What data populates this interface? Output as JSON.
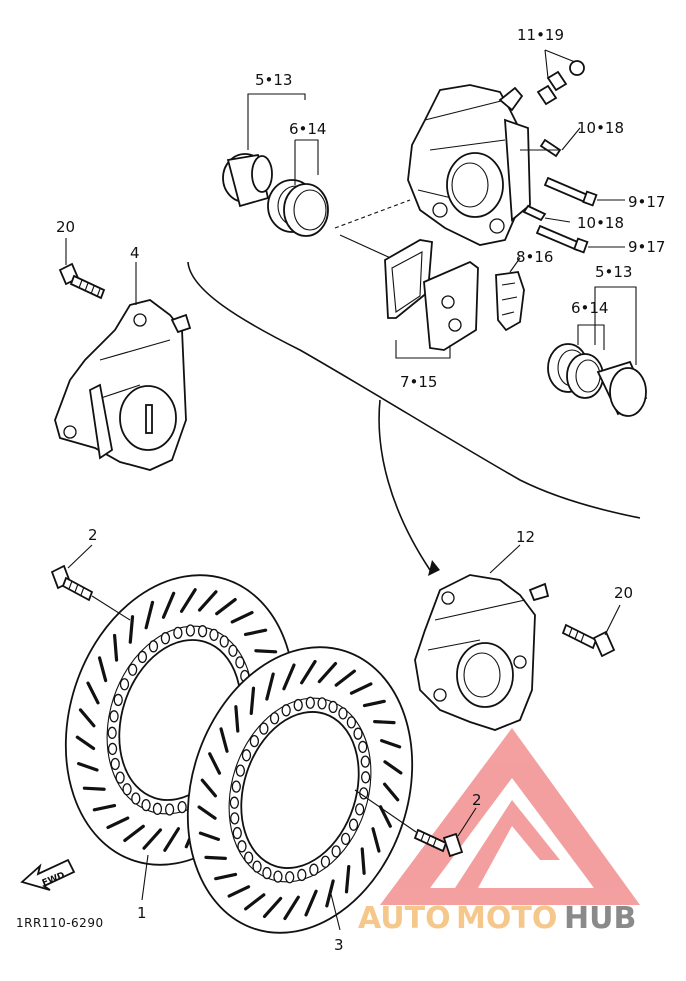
{
  "labels": {
    "p1": "1",
    "p2a": "2",
    "p2b": "2",
    "p3": "3",
    "p4": "4",
    "p5a": "5•13",
    "p5b": "5•13",
    "p6a": "6•14",
    "p6b": "6•14",
    "p7": "7•15",
    "p8": "8•16",
    "p9a": "9•17",
    "p9b": "9•17",
    "p10a": "10•18",
    "p10b": "10•18",
    "p11": "11•19",
    "p12": "12",
    "p20a": "20",
    "p20b": "20"
  },
  "diagram_code": "1RR110-6290",
  "fwd_label": "FWD",
  "watermark": {
    "text_auto": "AUTO",
    "text_moto": "MOTO",
    "text_hub": "HUB",
    "color_auto": "#f5c78a",
    "color_moto": "#f5c78a",
    "color_hub": "#8a8a8a",
    "logo_color": "#f08080"
  }
}
